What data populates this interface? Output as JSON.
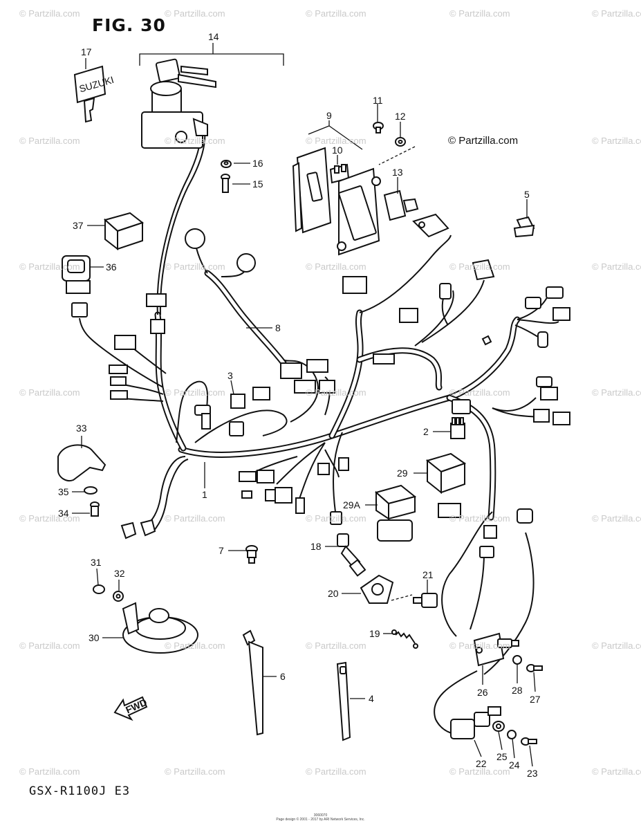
{
  "header": {
    "figure_title": "FIG. 30"
  },
  "footer": {
    "model_code": "GSX-R1100J  E3",
    "page_code": "3060070",
    "fine_print": "Page design © 2001 - 2017 by ARI Network Services, Inc."
  },
  "copyright_label": "© Partzilla.com",
  "watermark_text": "© Partzilla.com",
  "fwd_label": "FWD",
  "key_brand": "SUZUKI",
  "callouts": {
    "c1": "1",
    "c2": "2",
    "c3": "3",
    "c4": "4",
    "c5": "5",
    "c6": "6",
    "c7": "7",
    "c8": "8",
    "c9": "9",
    "c10": "10",
    "c11": "11",
    "c12": "12",
    "c13": "13",
    "c14": "14",
    "c15": "15",
    "c16": "16",
    "c17": "17",
    "c18": "18",
    "c19": "19",
    "c20": "20",
    "c21": "21",
    "c22": "22",
    "c23": "23",
    "c24": "24",
    "c25": "25",
    "c26": "26",
    "c27": "27",
    "c28": "28",
    "c29": "29",
    "c29a": "29A",
    "c30": "30",
    "c31": "31",
    "c32": "32",
    "c33": "33",
    "c34": "34",
    "c35": "35",
    "c36": "36",
    "c37": "37"
  }
}
